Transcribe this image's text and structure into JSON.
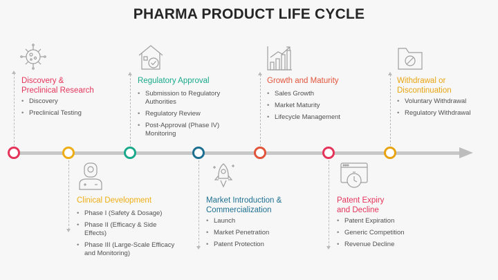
{
  "title": "PHARMA PRODUCT LIFE CYCLE",
  "colors": {
    "discovery": "#e5345a",
    "clinical": "#eead14",
    "regulatory": "#1aa98b",
    "market": "#1d6f91",
    "growth": "#e2543a",
    "patent": "#e5345a",
    "withdrawal": "#e8a410",
    "axis": "#c8c8c8",
    "icon": "#9e9e9e"
  },
  "stages": [
    {
      "key": "discovery",
      "title_lines": [
        "Discovery &",
        "Preclinical Research"
      ],
      "items": [
        "Discovery",
        "Preclinical Testing"
      ],
      "icon": "virus-icon",
      "color": "#e5345a"
    },
    {
      "key": "clinical",
      "title_lines": [
        "Clinical Development"
      ],
      "items": [
        "Phase I (Safety & Dosage)",
        "Phase II (Efficacy & Side Effects)",
        "Phase III (Large-Scale Efficacy and Monitoring)"
      ],
      "icon": "doctor-icon",
      "color": "#eead14"
    },
    {
      "key": "regulatory",
      "title_lines": [
        "Regulatory Approval"
      ],
      "items": [
        "Submission to Regulatory Authorities",
        "Regulatory Review",
        "Post-Approval (Phase IV) Monitoring"
      ],
      "icon": "approved-building-icon",
      "color": "#1aa98b"
    },
    {
      "key": "market",
      "title_lines": [
        "Market Introduction &",
        "Commercialization"
      ],
      "items": [
        "Launch",
        "Market Penetration",
        "Patent Protection"
      ],
      "icon": "rocket-icon",
      "color": "#1d6f91"
    },
    {
      "key": "growth",
      "title_lines": [
        "Growth and Maturity"
      ],
      "items": [
        "Sales Growth",
        "Market Maturity",
        "Lifecycle Management"
      ],
      "icon": "growth-chart-icon",
      "color": "#e2543a"
    },
    {
      "key": "patent",
      "title_lines": [
        "Patent Expiry",
        "and Decline"
      ],
      "items": [
        "Patent Expiration",
        "Generic Competition",
        "Revenue Decline"
      ],
      "icon": "timer-window-icon",
      "color": "#e5345a"
    },
    {
      "key": "withdrawal",
      "title_lines": [
        "Withdrawal or",
        "Discontinuation"
      ],
      "items": [
        "Voluntary Withdrawal",
        "Regulatory Withdrawal"
      ],
      "icon": "blocked-folder-icon",
      "color": "#e8a410"
    }
  ]
}
